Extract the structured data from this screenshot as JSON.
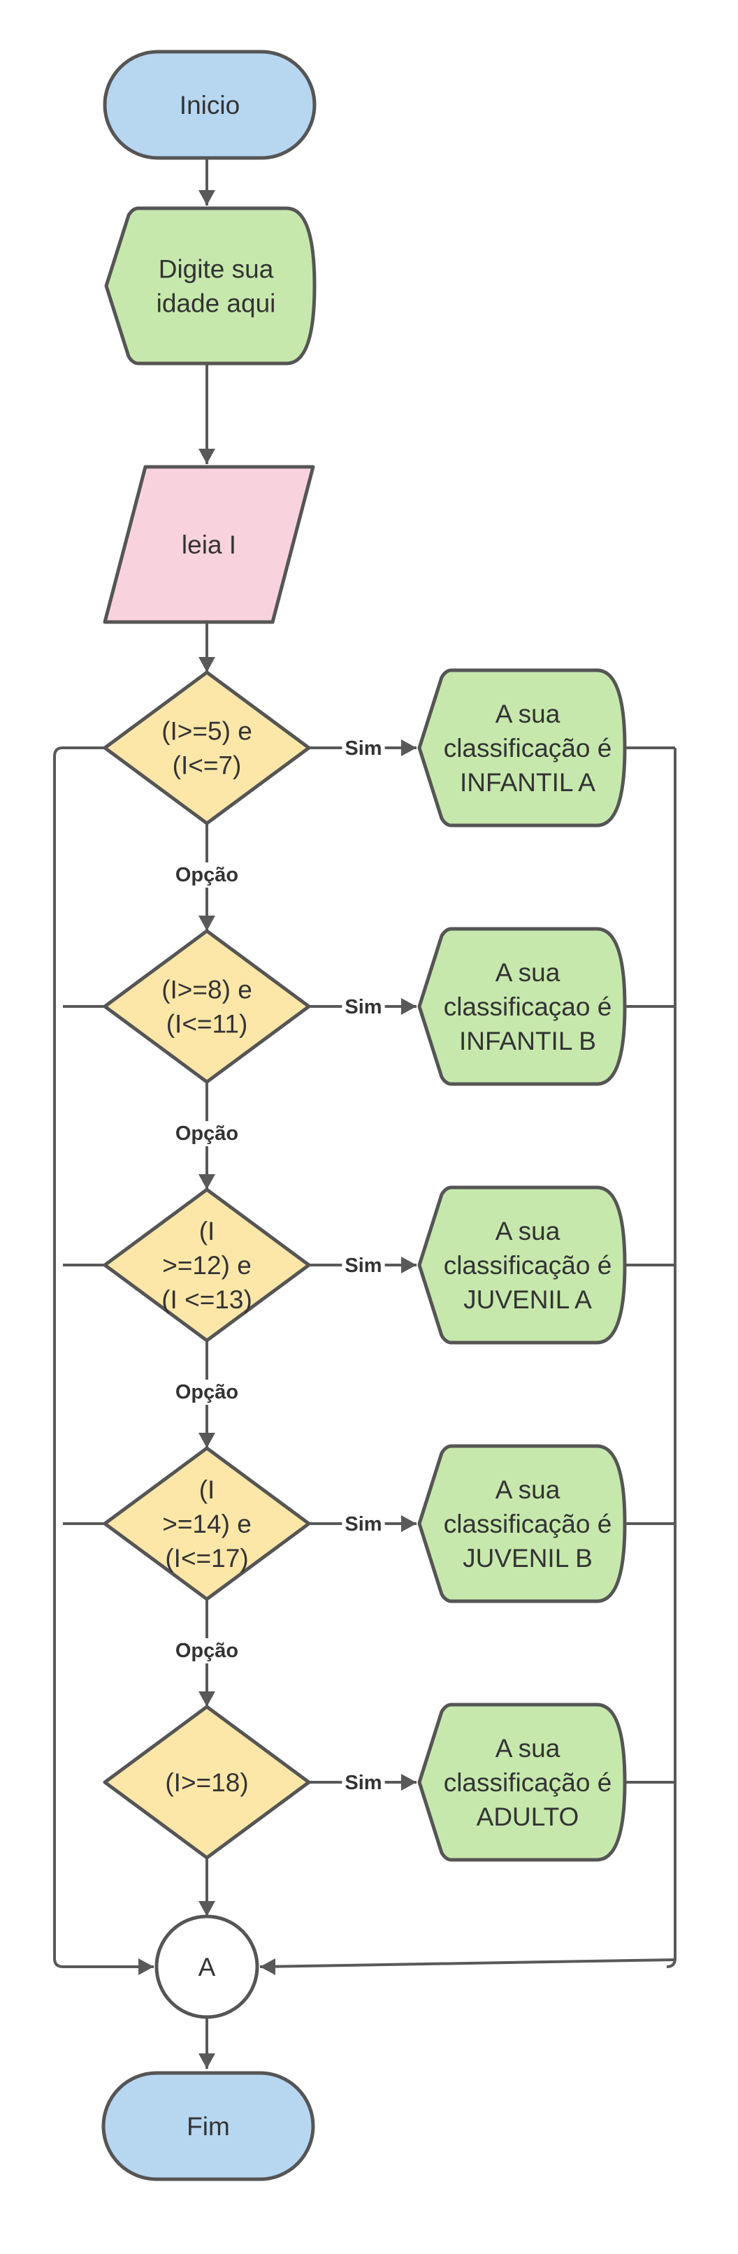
{
  "colors": {
    "terminal": "#b7d6f0",
    "input": "#c7e8ad",
    "read": "#f8d3de",
    "decision": "#fde7a8",
    "output": "#c7e8ad",
    "connector": "#ffffff",
    "stroke": "#555555"
  },
  "nodes": {
    "start": [
      "Inicio"
    ],
    "input": [
      "Digite sua",
      "idade aqui"
    ],
    "read": [
      "leia I"
    ],
    "decision1": [
      "(I>=5) e",
      "(I<=7)"
    ],
    "decision2": [
      "(I>=8) e",
      "(I<=11)"
    ],
    "decision3": [
      "(I",
      ">=12) e",
      "(I <=13)"
    ],
    "decision4": [
      "(I",
      ">=14) e",
      "(I<=17)"
    ],
    "decision5": [
      "(I>=18)"
    ],
    "output1": [
      "A sua",
      "classificação é",
      "INFANTIL A"
    ],
    "output2": [
      "A sua",
      "classificaçao é",
      "INFANTIL B"
    ],
    "output3": [
      "A sua",
      "classificação é",
      "JUVENIL A"
    ],
    "output4": [
      "A sua",
      "classificação é",
      "JUVENIL B"
    ],
    "output5": [
      "A sua",
      "classificação é",
      "ADULTO"
    ],
    "connector": [
      "A"
    ],
    "end": [
      "Fim"
    ]
  },
  "edge_labels": {
    "yes": "Sim",
    "no": "Opção"
  }
}
